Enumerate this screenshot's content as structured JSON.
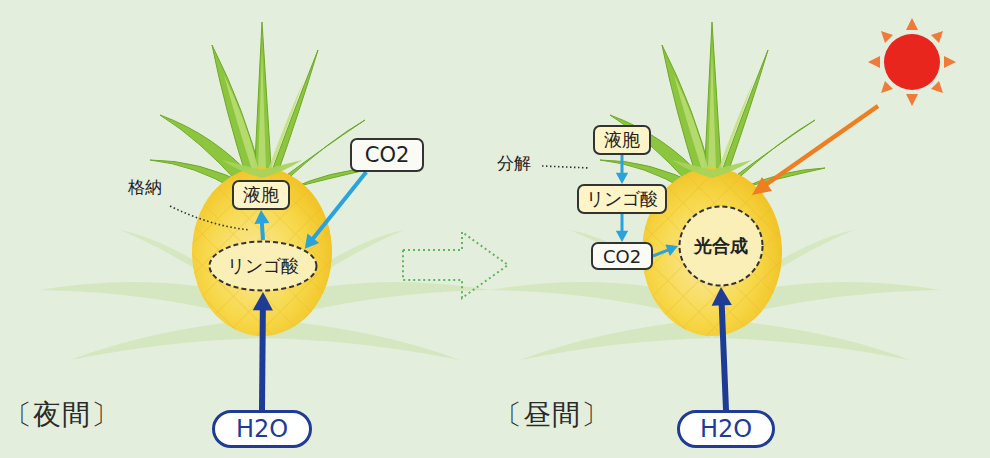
{
  "diagram": {
    "nodes": [
      {
        "text": [
          "液胞"
        ]
      },
      {
        "text": [
          "リンゴ酸"
        ]
      },
      {
        "text": [
          "CO2"
        ]
      },
      {
        "text": [
          "H2O"
        ]
      },
      {
        "text": [
          "液胞"
        ]
      },
      {
        "text": [
          "リンゴ酸"
        ]
      },
      {
        "text": [
          "CO2"
        ]
      },
      {
        "text": [
          "光合成"
        ]
      },
      {
        "text": [
          "H2O"
        ]
      }
    ],
    "edges": [
      {
        "from": 2,
        "to": 1,
        "arrow": "to"
      },
      {
        "from": 1,
        "to": 0,
        "arrow": "to"
      },
      {
        "from": 3,
        "to": 1,
        "arrow": "to"
      },
      {
        "from": 4,
        "to": 5,
        "arrow": "to"
      },
      {
        "from": 5,
        "to": 6,
        "arrow": "to"
      },
      {
        "from": 6,
        "to": 7,
        "arrow": "to"
      },
      {
        "from": 8,
        "to": 7,
        "arrow": "to"
      }
    ],
    "labels": [
      "格納",
      "〔夜間〕",
      "分解",
      "〔昼間〕"
    ]
  }
}
